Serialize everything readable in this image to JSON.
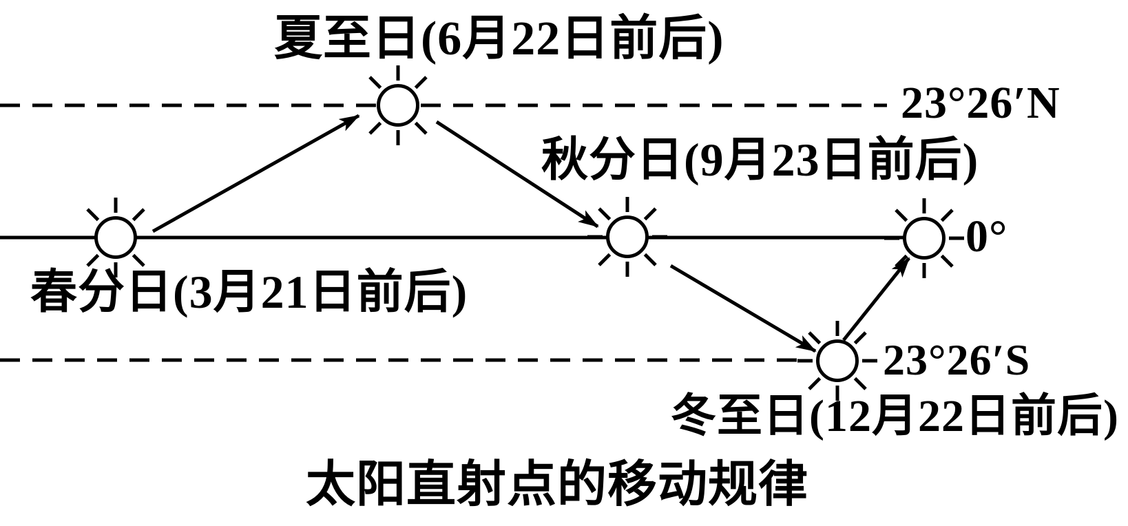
{
  "title": "太阳直射点的移动规律",
  "latitudes": {
    "tropic_of_cancer": "23°26′N",
    "equator": "0°",
    "tropic_of_capricorn": "23°26′S"
  },
  "solar_events": {
    "summer_solstice": "夏至日(6月22日前后)",
    "autumn_equinox": "秋分日(9月23日前后)",
    "spring_equinox": "春分日(3月21日前后)",
    "winter_solstice": "冬至日(12月22日前后)"
  },
  "icons": {
    "sun": "sun-icon (white circle with 8 black rays)",
    "arrow": "arrowhead marker showing movement direction"
  },
  "colors": {
    "ink": "#000000",
    "background": "#ffffff"
  }
}
